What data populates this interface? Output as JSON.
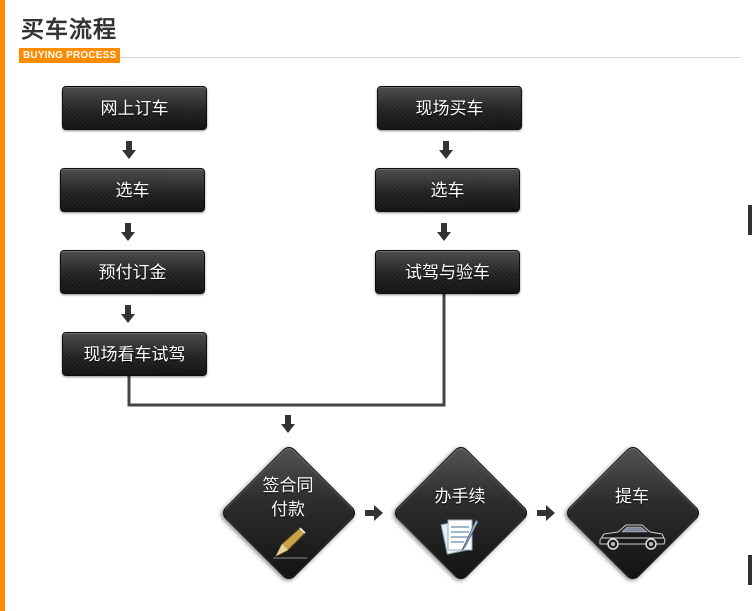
{
  "header": {
    "title": "买车流程",
    "subtitle": "BUYING PROCESS"
  },
  "online_flow": {
    "steps": [
      "网上订车",
      "选车",
      "预付订金",
      "现场看车试驾"
    ]
  },
  "offline_flow": {
    "steps": [
      "现场买车",
      "选车",
      "试驾与验车"
    ]
  },
  "final_steps": [
    {
      "line1": "签合同",
      "line2": "付款",
      "icon": "pen-icon"
    },
    {
      "line1": "办手续",
      "line2": "",
      "icon": "documents-icon"
    },
    {
      "line1": "提车",
      "line2": "",
      "icon": "car-icon"
    }
  ],
  "colors": {
    "accent": "#ff8c00",
    "step_background": "#2a2a2a",
    "connector": "#444444",
    "text": "#ffffff"
  }
}
